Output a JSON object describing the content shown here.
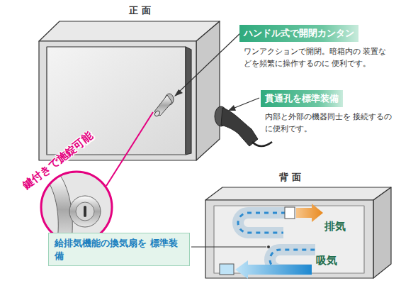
{
  "diagram": {
    "nodes": [
      {
        "text": [
          "ハンドル式で開閉カンタン",
          "ワンアクションで開閉。暗箱内の 装置などを頻繁に操作するのに 便利です。"
        ]
      },
      {
        "text": [
          "貫通孔を標準装備",
          "内部と外部の機器同士を 接続するのに便利です。"
        ]
      },
      {
        "text": [
          "給排気機能の換気扇を 標準装備"
        ]
      }
    ],
    "labels": [
      "正 面",
      "鍵付きで施錠可能",
      "背 面",
      "排気",
      "吸気"
    ]
  }
}
